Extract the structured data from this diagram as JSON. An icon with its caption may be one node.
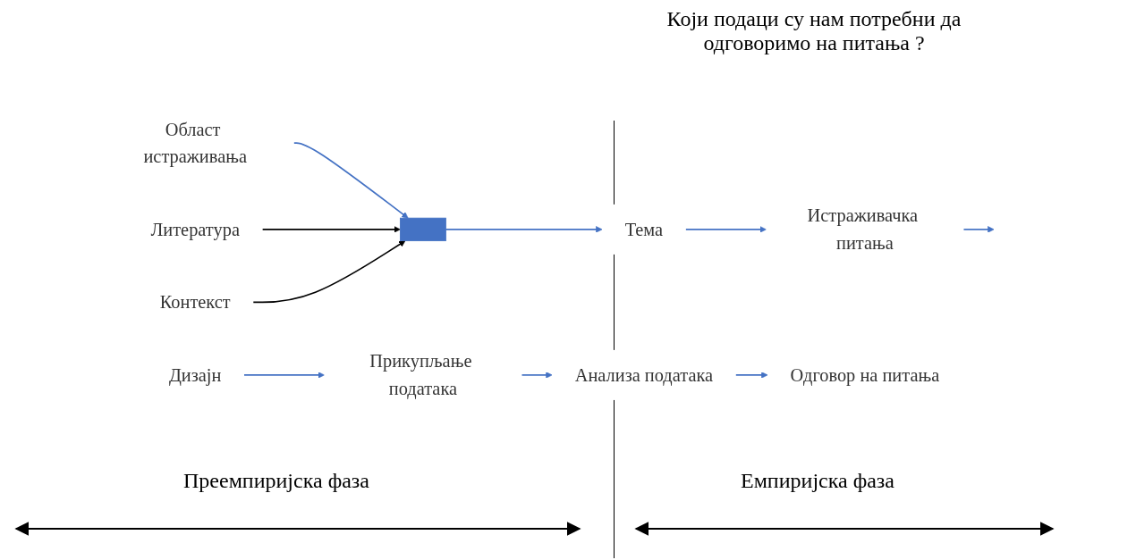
{
  "diagram": {
    "nodes": [
      {
        "text": [
          "Област истраживања"
        ]
      },
      {
        "text": [
          "Литература"
        ]
      },
      {
        "text": [],
        "shape": "bar"
      },
      {
        "text": [
          "Контекст"
        ]
      },
      {
        "text": [
          "Тема"
        ]
      },
      {
        "text": [
          "Истраживачка питања"
        ]
      },
      {
        "text": [
          "Дизајн"
        ]
      },
      {
        "text": [
          "Прикупљање података"
        ]
      },
      {
        "text": [
          "Анализа података"
        ]
      },
      {
        "text": [
          "Одговор на питања"
        ]
      }
    ],
    "edges": [
      {
        "from": 0,
        "to": 2,
        "arrow": "to",
        "color": "#4472c4"
      },
      {
        "from": 1,
        "to": 2,
        "arrow": "to",
        "color": "#000000"
      },
      {
        "from": 3,
        "to": 2,
        "arrow": "to",
        "color": "#000000"
      },
      {
        "from": 2,
        "to": 4,
        "arrow": "to",
        "color": "#4472c4"
      },
      {
        "from": 4,
        "to": 5,
        "arrow": "to",
        "color": "#4472c4"
      },
      {
        "from": 5,
        "to": null,
        "arrow": "to",
        "color": "#4472c4"
      },
      {
        "from": 6,
        "to": 7,
        "arrow": "to",
        "color": "#4472c4"
      },
      {
        "from": 7,
        "to": 8,
        "arrow": "to",
        "color": "#4472c4"
      },
      {
        "from": 8,
        "to": 9,
        "arrow": "to",
        "color": "#4472c4"
      }
    ],
    "labels": [
      "Који подаци су нам потребни да одговоримо на питања ?",
      "Преемпиријска фаза",
      "Емпиријска фаза"
    ]
  }
}
